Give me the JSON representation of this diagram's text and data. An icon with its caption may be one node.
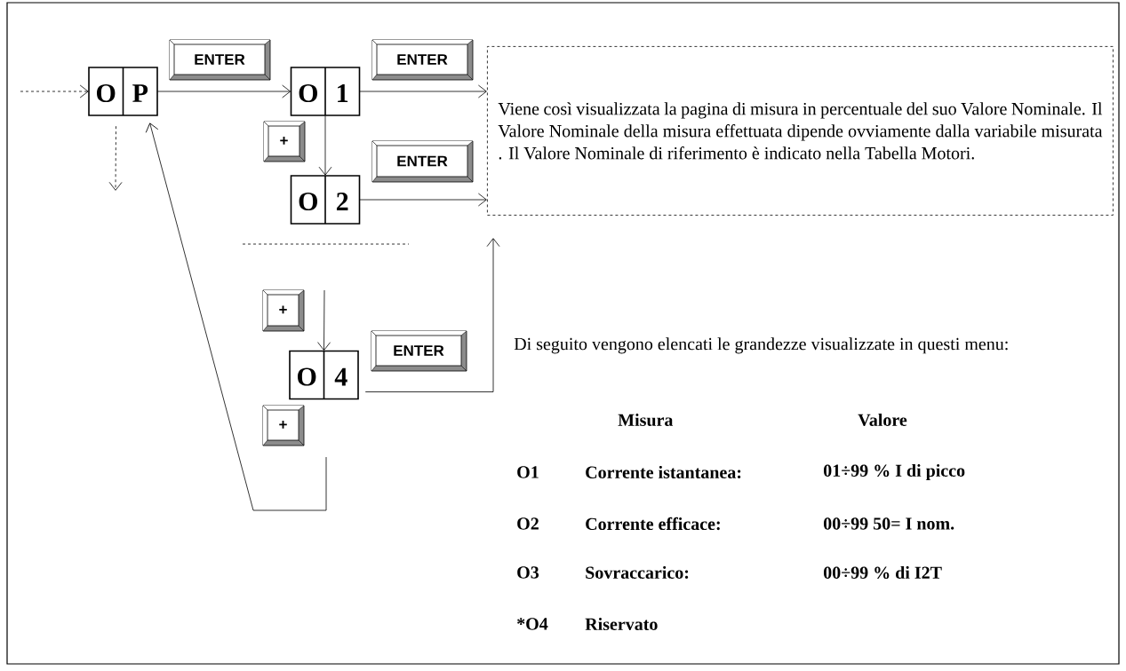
{
  "diagram": {
    "nodes": [
      {
        "text": [
          "O",
          "P"
        ]
      },
      {
        "text": [
          "O",
          "1"
        ]
      },
      {
        "text": [
          "O",
          "2"
        ]
      },
      {
        "text": [
          "O",
          "4"
        ]
      },
      {
        "text": [
          "ENTER"
        ]
      },
      {
        "text": [
          "ENTER"
        ]
      },
      {
        "text": [
          "+"
        ]
      },
      {
        "text": [
          "ENTER"
        ]
      },
      {
        "text": [
          "+"
        ]
      },
      {
        "text": [
          "ENTER"
        ]
      },
      {
        "text": [
          "+"
        ]
      },
      {
        "text": [
          "Viene così visualizzata la pagina di misura in percentuale del suo Valore Nominale. Il Valore Nominale della misura effettuata dipende ovviamente dalla variabile misurata . Il Valore Nominale di riferimento è indicato nella Tabella Motori."
        ]
      }
    ],
    "edges": [
      {
        "from": null,
        "to": 0,
        "arrow": "to",
        "style": "dashed"
      },
      {
        "from": 0,
        "to": 1,
        "arrow": "to"
      },
      {
        "from": 1,
        "to": 11,
        "arrow": "to"
      },
      {
        "from": 2,
        "to": 11,
        "arrow": "to"
      },
      {
        "from": 1,
        "to": 2,
        "arrow": "to"
      },
      {
        "from": 0,
        "to": null,
        "arrow": "to",
        "style": "dashed"
      },
      {
        "from": null,
        "to": 3,
        "arrow": "to"
      },
      {
        "from": 3,
        "to": null,
        "arrow": "to"
      },
      {
        "from": null,
        "to": 0,
        "arrow": "to"
      }
    ],
    "labels": [
      "Di seguito vengono elencati le grandezze visualizzate in questi menu:",
      "Misura",
      "Valore",
      "O1",
      "Corrente istantanea:",
      "01÷99 % I di picco",
      "O2",
      "Corrente efficace:",
      "00÷99 50= I nom.",
      "O3",
      "Sovraccarico:",
      "00÷99 % di I2T",
      "*O4",
      "Riservato"
    ]
  }
}
